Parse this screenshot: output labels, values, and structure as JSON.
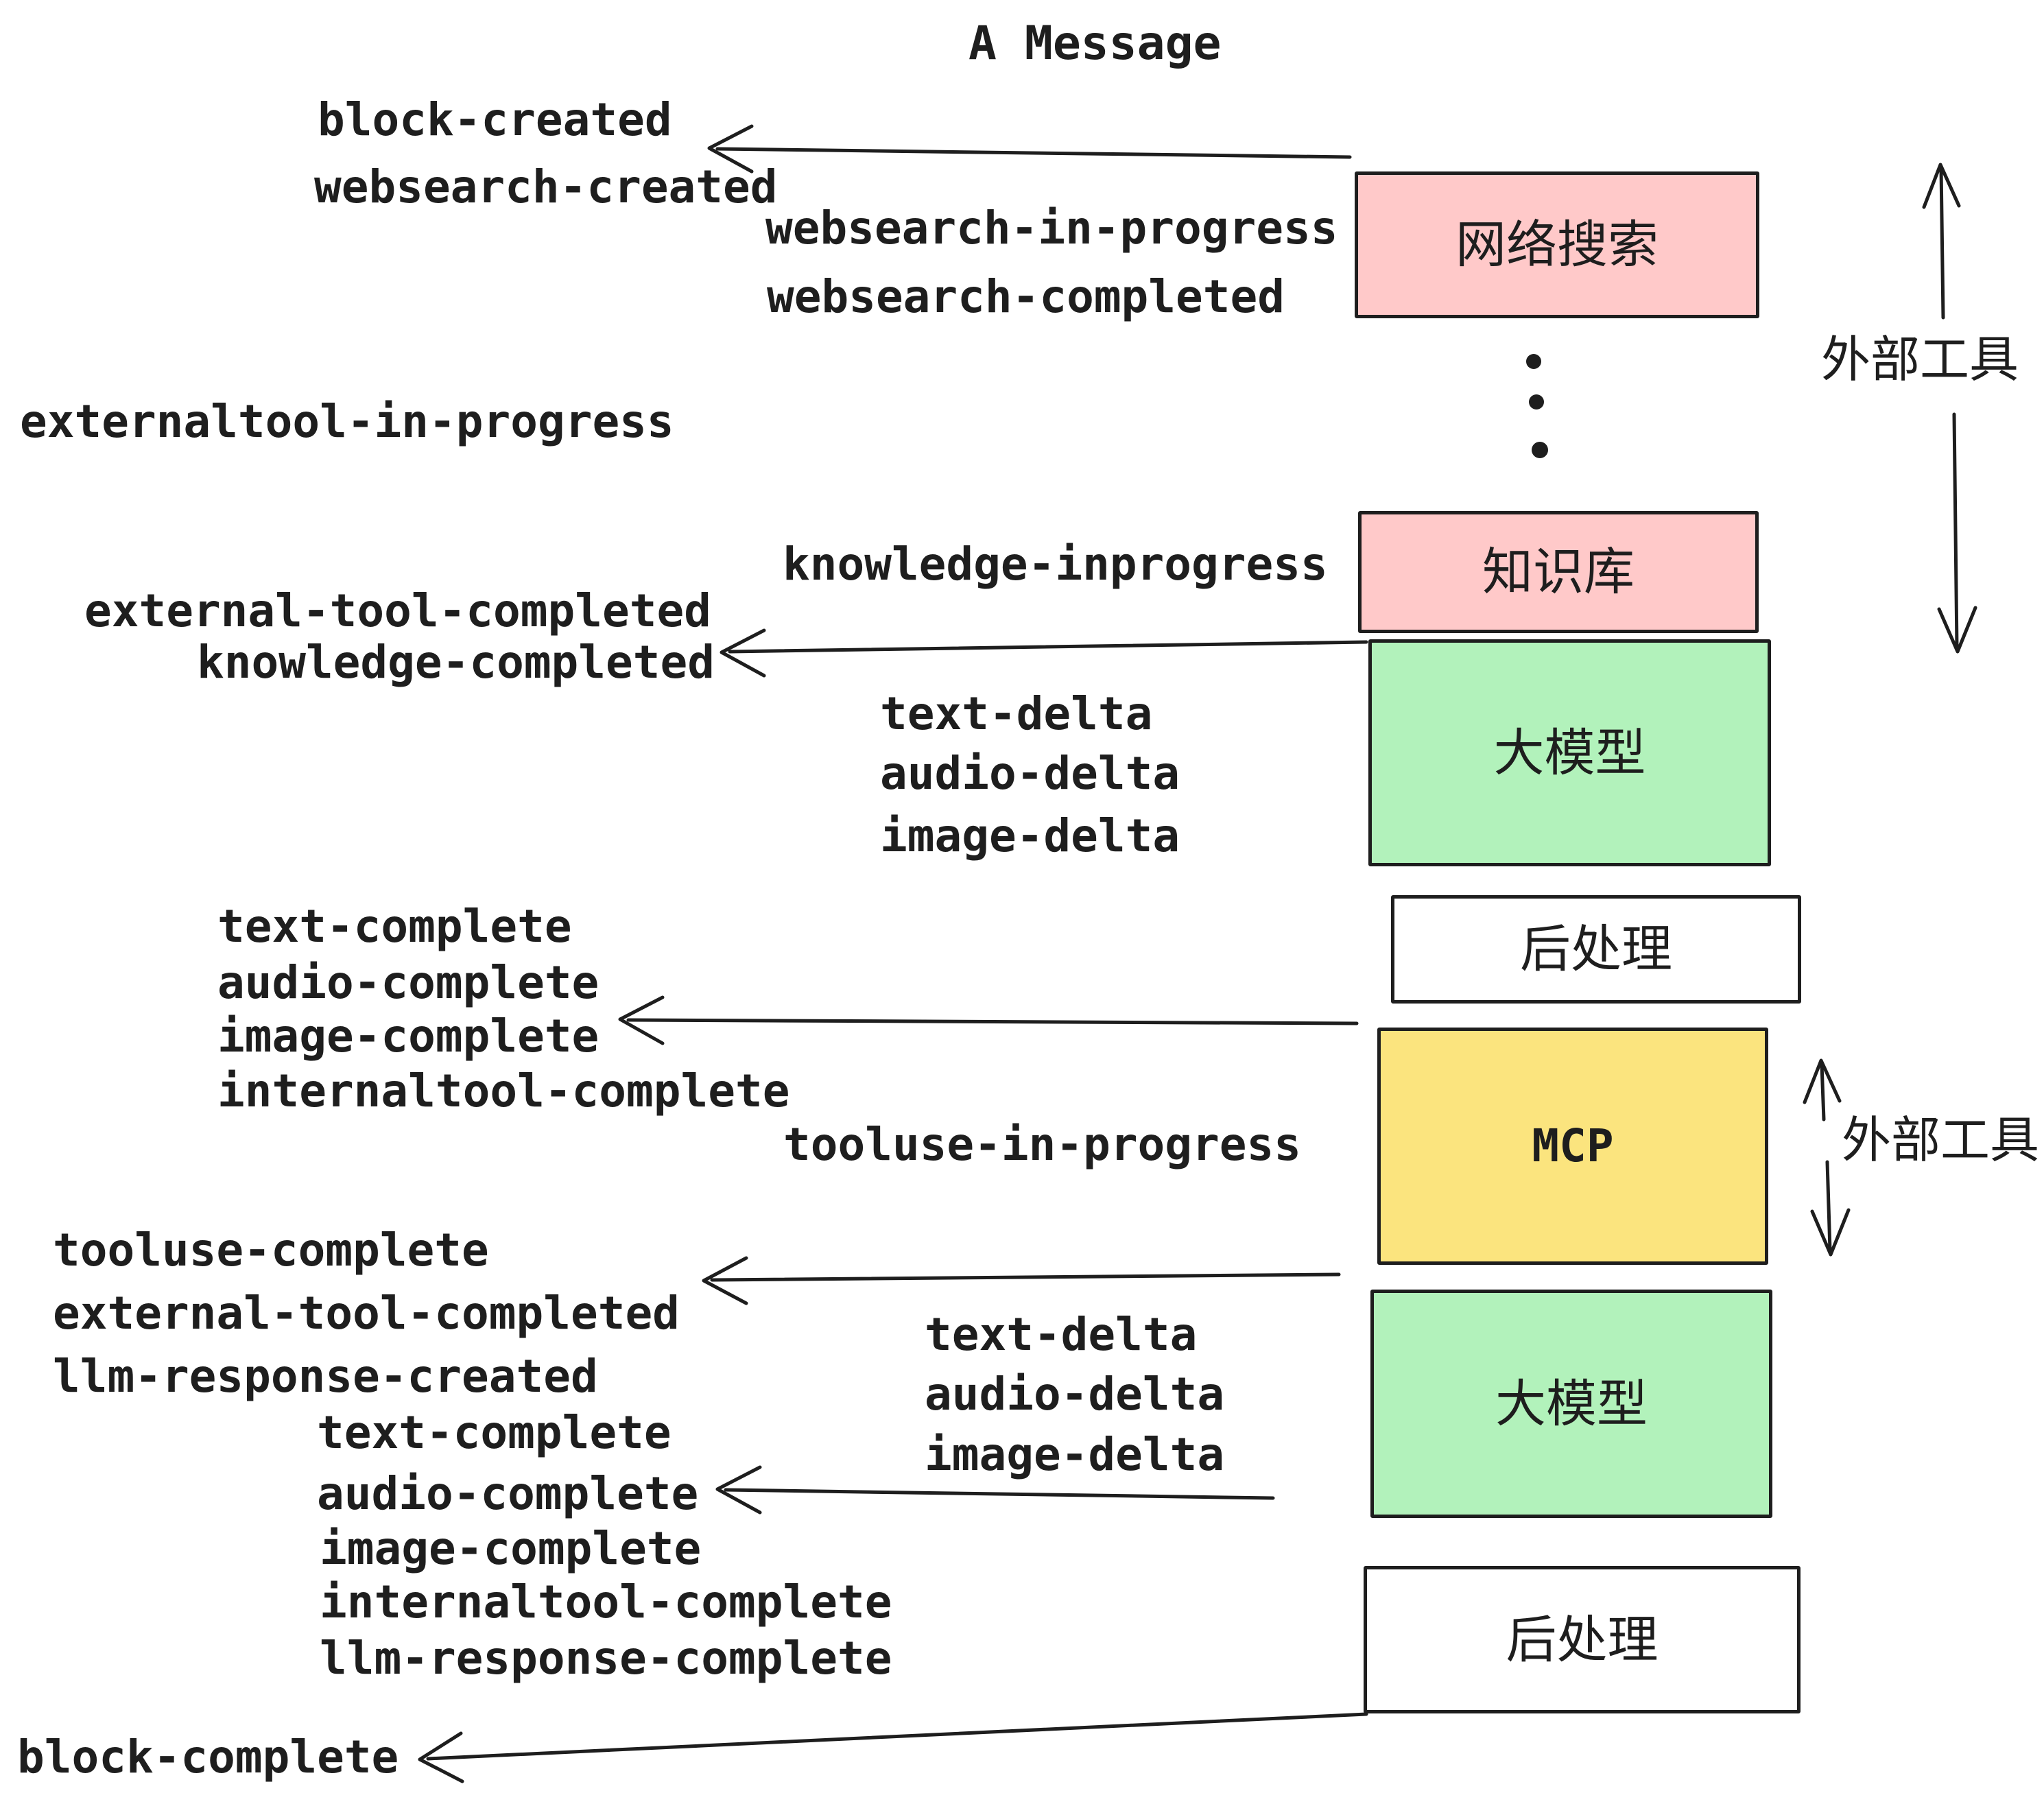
{
  "title": "A Message",
  "colors": {
    "pink": "#ffc9c9",
    "green": "#b2f2bb",
    "yellow": "#fbe47e",
    "white": "#ffffff",
    "ink": "#1e1e1e",
    "bg": "#ffffff"
  },
  "events": [
    {
      "label": "block-created"
    },
    {
      "label": "websearch-created"
    },
    {
      "label": "websearch-in-progress"
    },
    {
      "label": "websearch-completed"
    },
    {
      "label": "externaltool-in-progress"
    },
    {
      "label": "knowledge-inprogress"
    },
    {
      "label": "external-tool-completed"
    },
    {
      "label": "knowledge-completed"
    },
    {
      "label": "text-delta"
    },
    {
      "label": "audio-delta"
    },
    {
      "label": "image-delta"
    },
    {
      "label": "text-complete"
    },
    {
      "label": "audio-complete"
    },
    {
      "label": "image-complete"
    },
    {
      "label": "internaltool-complete"
    },
    {
      "label": "tooluse-in-progress"
    },
    {
      "label": "tooluse-complete"
    },
    {
      "label": "external-tool-completed"
    },
    {
      "label": "llm-response-created"
    },
    {
      "label": "text-delta"
    },
    {
      "label": "audio-delta"
    },
    {
      "label": "image-delta"
    },
    {
      "label": "text-complete"
    },
    {
      "label": "audio-complete"
    },
    {
      "label": "image-complete"
    },
    {
      "label": "internaltool-complete"
    },
    {
      "label": "llm-response-complete"
    },
    {
      "label": "block-complete"
    }
  ],
  "boxes": [
    {
      "id": "websearch",
      "label": "网络搜索",
      "fill": "pink"
    },
    {
      "id": "knowledge-base",
      "label": "知识库",
      "fill": "pink"
    },
    {
      "id": "llm-1",
      "label": "大模型",
      "fill": "green"
    },
    {
      "id": "postprocess-1",
      "label": "后处理",
      "fill": "white"
    },
    {
      "id": "mcp",
      "label": "MCP",
      "fill": "yellow"
    },
    {
      "id": "llm-2",
      "label": "大模型",
      "fill": "green"
    },
    {
      "id": "postprocess-2",
      "label": "后处理",
      "fill": "white"
    }
  ],
  "annotations": [
    {
      "id": "external-tools-top",
      "label": "外部工具"
    },
    {
      "id": "external-tools-mcp",
      "label": "外部工具"
    }
  ]
}
